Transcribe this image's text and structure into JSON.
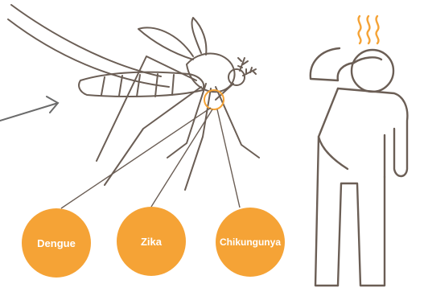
{
  "palette": {
    "line": "#6b5e55",
    "accent": "#f5a336",
    "arrow": "#6b6b6b"
  },
  "diseases": [
    {
      "label": "Dengue"
    },
    {
      "label": "Zika"
    },
    {
      "label": "Chikungunya"
    }
  ],
  "icons": {
    "mosquito": "mosquito-icon",
    "person": "sick-person-icon",
    "heat": "heat-waves-icon",
    "arrow": "arrow-icon",
    "proboscis_marker": "highlight-circle-icon"
  }
}
